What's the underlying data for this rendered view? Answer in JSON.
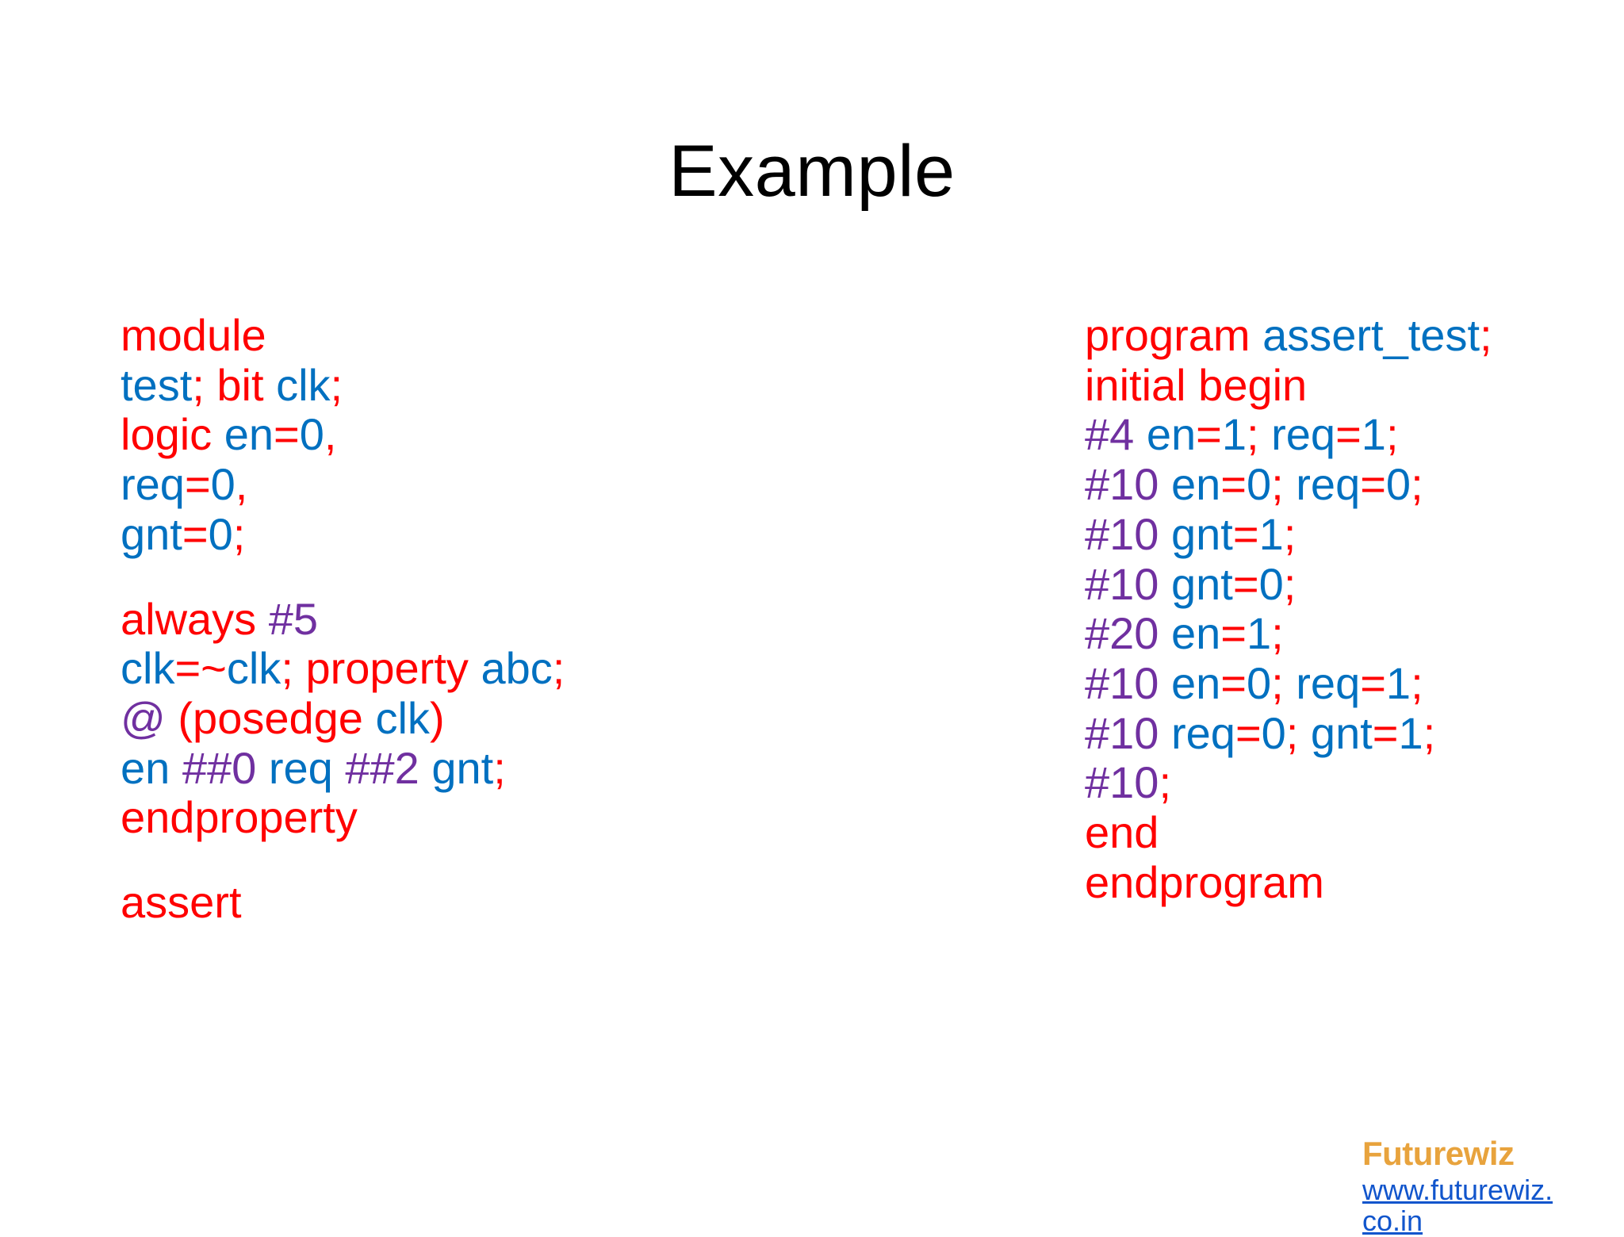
{
  "slide": {
    "title": "Example",
    "background_color": "#ffffff"
  },
  "colors": {
    "keyword": "#ff0000",
    "identifier": "#0070c0",
    "operator": "#ff0000",
    "delay": "#7030a0",
    "title": "#000000",
    "brand": "#e8a33d",
    "link": "#1155cc"
  },
  "left_column": {
    "blocks": [
      {
        "lines": [
          [
            {
              "t": "module ",
              "c": "kw"
            }
          ],
          [
            {
              "t": "test",
              "c": "id"
            },
            {
              "t": "; ",
              "c": "punc"
            },
            {
              "t": "bit ",
              "c": "kw"
            },
            {
              "t": "clk",
              "c": "id"
            },
            {
              "t": ";",
              "c": "punc"
            }
          ],
          [
            {
              "t": "logic ",
              "c": "kw"
            },
            {
              "t": "en",
              "c": "id"
            },
            {
              "t": "=",
              "c": "op"
            },
            {
              "t": "0",
              "c": "num"
            },
            {
              "t": ",",
              "c": "punc"
            }
          ],
          [
            {
              "t": "req",
              "c": "id"
            },
            {
              "t": "=",
              "c": "op"
            },
            {
              "t": "0",
              "c": "num"
            },
            {
              "t": ",",
              "c": "punc"
            }
          ],
          [
            {
              "t": "gnt",
              "c": "id"
            },
            {
              "t": "=",
              "c": "op"
            },
            {
              "t": "0",
              "c": "num"
            },
            {
              "t": ";",
              "c": "punc"
            }
          ]
        ]
      },
      {
        "lines": [
          [
            {
              "t": "always ",
              "c": "kw"
            },
            {
              "t": "#5",
              "c": "delay"
            }
          ],
          [
            {
              "t": "clk",
              "c": "id"
            },
            {
              "t": "=~",
              "c": "op"
            },
            {
              "t": "clk",
              "c": "id"
            },
            {
              "t": "; ",
              "c": "punc"
            },
            {
              "t": "property ",
              "c": "kw"
            },
            {
              "t": "abc",
              "c": "id"
            },
            {
              "t": ";",
              "c": "punc"
            }
          ],
          [
            {
              "t": "@ ",
              "c": "delay"
            },
            {
              "t": "(posedge ",
              "c": "kw"
            },
            {
              "t": "clk",
              "c": "id"
            },
            {
              "t": ")",
              "c": "kw"
            }
          ],
          [
            {
              "t": "en ",
              "c": "id"
            },
            {
              "t": "##0 ",
              "c": "delay"
            },
            {
              "t": "req ",
              "c": "id"
            },
            {
              "t": "##2 ",
              "c": "delay"
            },
            {
              "t": "gnt",
              "c": "id"
            },
            {
              "t": ";",
              "c": "punc"
            }
          ],
          [
            {
              "t": "endproperty",
              "c": "kw"
            }
          ]
        ]
      },
      {
        "lines": [
          [
            {
              "t": "assert",
              "c": "kw"
            }
          ]
        ]
      }
    ]
  },
  "right_column": {
    "blocks": [
      {
        "lines": [
          [
            {
              "t": "program ",
              "c": "kw"
            },
            {
              "t": "assert_test",
              "c": "id"
            },
            {
              "t": "; ",
              "c": "punc"
            },
            {
              "t": "initial ",
              "c": "kw"
            },
            {
              "t": "begin",
              "c": "kw"
            }
          ],
          [
            {
              "t": "#4 ",
              "c": "delay"
            },
            {
              "t": "en",
              "c": "id"
            },
            {
              "t": "=",
              "c": "op"
            },
            {
              "t": "1",
              "c": "num"
            },
            {
              "t": "; ",
              "c": "punc"
            },
            {
              "t": "req",
              "c": "id"
            },
            {
              "t": "=",
              "c": "op"
            },
            {
              "t": "1",
              "c": "num"
            },
            {
              "t": ";",
              "c": "punc"
            }
          ],
          [
            {
              "t": "#10 ",
              "c": "delay"
            },
            {
              "t": "en",
              "c": "id"
            },
            {
              "t": "=",
              "c": "op"
            },
            {
              "t": "0",
              "c": "num"
            },
            {
              "t": "; ",
              "c": "punc"
            },
            {
              "t": "req",
              "c": "id"
            },
            {
              "t": "=",
              "c": "op"
            },
            {
              "t": "0",
              "c": "num"
            },
            {
              "t": ";",
              "c": "punc"
            }
          ],
          [
            {
              "t": "#10 ",
              "c": "delay"
            },
            {
              "t": "gnt",
              "c": "id"
            },
            {
              "t": "=",
              "c": "op"
            },
            {
              "t": "1",
              "c": "num"
            },
            {
              "t": ";",
              "c": "punc"
            }
          ],
          [
            {
              "t": "#10 ",
              "c": "delay"
            },
            {
              "t": "gnt",
              "c": "id"
            },
            {
              "t": "=",
              "c": "op"
            },
            {
              "t": "0",
              "c": "num"
            },
            {
              "t": ";",
              "c": "punc"
            }
          ],
          [
            {
              "t": "#20 ",
              "c": "delay"
            },
            {
              "t": "en",
              "c": "id"
            },
            {
              "t": "=",
              "c": "op"
            },
            {
              "t": "1",
              "c": "num"
            },
            {
              "t": ";",
              "c": "punc"
            }
          ],
          [
            {
              "t": "#10 ",
              "c": "delay"
            },
            {
              "t": "en",
              "c": "id"
            },
            {
              "t": "=",
              "c": "op"
            },
            {
              "t": "0",
              "c": "num"
            },
            {
              "t": "; ",
              "c": "punc"
            },
            {
              "t": "req",
              "c": "id"
            },
            {
              "t": "=",
              "c": "op"
            },
            {
              "t": "1",
              "c": "num"
            },
            {
              "t": ";",
              "c": "punc"
            }
          ],
          [
            {
              "t": "#10 ",
              "c": "delay"
            },
            {
              "t": "req",
              "c": "id"
            },
            {
              "t": "=",
              "c": "op"
            },
            {
              "t": "0",
              "c": "num"
            },
            {
              "t": "; ",
              "c": "punc"
            },
            {
              "t": "gnt",
              "c": "id"
            },
            {
              "t": "=",
              "c": "op"
            },
            {
              "t": "1",
              "c": "num"
            },
            {
              "t": ";",
              "c": "punc"
            }
          ],
          [
            {
              "t": "#10",
              "c": "delay"
            },
            {
              "t": ";",
              "c": "punc"
            }
          ],
          [
            {
              "t": "end",
              "c": "kw"
            }
          ],
          [
            {
              "t": "endprogram",
              "c": "kw"
            }
          ]
        ]
      }
    ]
  },
  "footer": {
    "brand_name": "Futurewiz",
    "link_text": "www.futurewiz.co.in"
  }
}
